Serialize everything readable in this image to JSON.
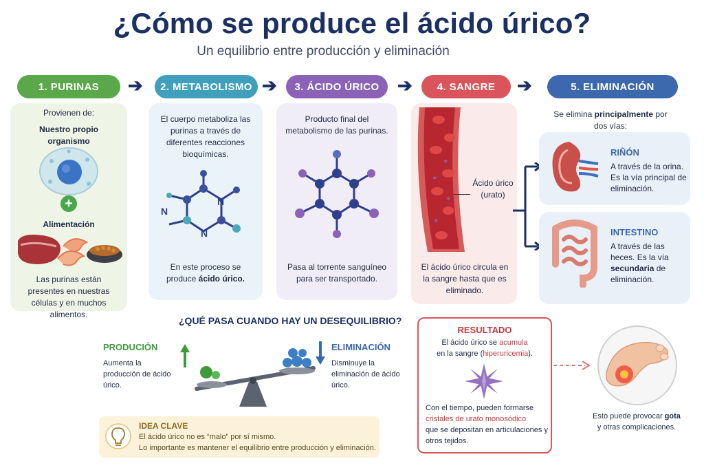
{
  "title": "¿Cómo se produce el ácido úrico?",
  "subtitle": "Un equilibrio entre producción y eliminación",
  "colors": {
    "green": "#5aa84a",
    "teal": "#3f9fbd",
    "purple": "#8a63b9",
    "red": "#d9555b",
    "blue": "#3c68ad",
    "navy": "#1b2f63"
  },
  "steps": [
    {
      "label": "1. PURINAS"
    },
    {
      "label": "2. METABOLISMO"
    },
    {
      "label": "3. ÁCIDO ÚRICO"
    },
    {
      "label": "4. SANGRE"
    },
    {
      "label": "5. ELIMINACIÓN"
    }
  ],
  "purinas": {
    "intro": "Provienen de:",
    "source1": "Nuestro propio organismo",
    "plus": "+",
    "source2": "Alimentación",
    "footer": "Las purinas están presentes en nuestras células y en muchos alimentos."
  },
  "metabolismo": {
    "top": "El cuerpo metaboliza las purinas a través de diferentes reacciones bioquímicas.",
    "bottom_pre": "En este proceso se produce ",
    "bottom_bold": "ácido úrico.",
    "atom_n": "N"
  },
  "acido": {
    "top": "Producto final del metabolismo de las purinas.",
    "bottom": "Pasa al torrente sanguíneo para ser transportado."
  },
  "sangre": {
    "label": "Ácido úrico (urato)",
    "bottom": "El ácido úrico circula en la sangre hasta que es eliminado."
  },
  "eliminacion": {
    "intro_pre": "Se elimina ",
    "intro_bold": "principalmente",
    "intro_post": " por dos vías:",
    "rinon": {
      "title": "RIÑÓN",
      "text": "A través de la orina. Es la vía principal de eliminación."
    },
    "intestino": {
      "title": "INTESTINO",
      "text_pre": "A través de las heces. Es la vía ",
      "text_bold": "secundaria",
      "text_post": " de eliminación."
    }
  },
  "desequilibrio": {
    "heading": "¿QUÉ PASA CUANDO HAY UN DESEQUILIBRIO?",
    "produccion": {
      "title": "PRODUCIÓN",
      "text": "Aumenta la producción de ácido úrico."
    },
    "eliminacion": {
      "title": "ELIMINACIÓN",
      "text": "Disminuye la eliminación de ácido úrico."
    }
  },
  "idea": {
    "title": "IDEA CLAVE",
    "line1": "El ácido úrico no es “malo” por sí mismo.",
    "line2": "Lo importante es mantener el equilibrio entre producción y eliminación."
  },
  "resultado": {
    "title": "RESULTADO",
    "line1_pre": "El ácido úrico se ",
    "line1_red": "acumula",
    "line2_pre": "en la sangre (",
    "line2_red": "hiperuricemia",
    "line2_post": ").",
    "p2_a": "Con el tiempo, pueden formarse",
    "p2_red": "cristales de urato monosódico",
    "p2_b": "que se depositan en articulaciones y otros tejidos."
  },
  "gota": {
    "pre": "Esto puede provocar ",
    "bold": "gota",
    "post": " y otras complicaciones."
  }
}
